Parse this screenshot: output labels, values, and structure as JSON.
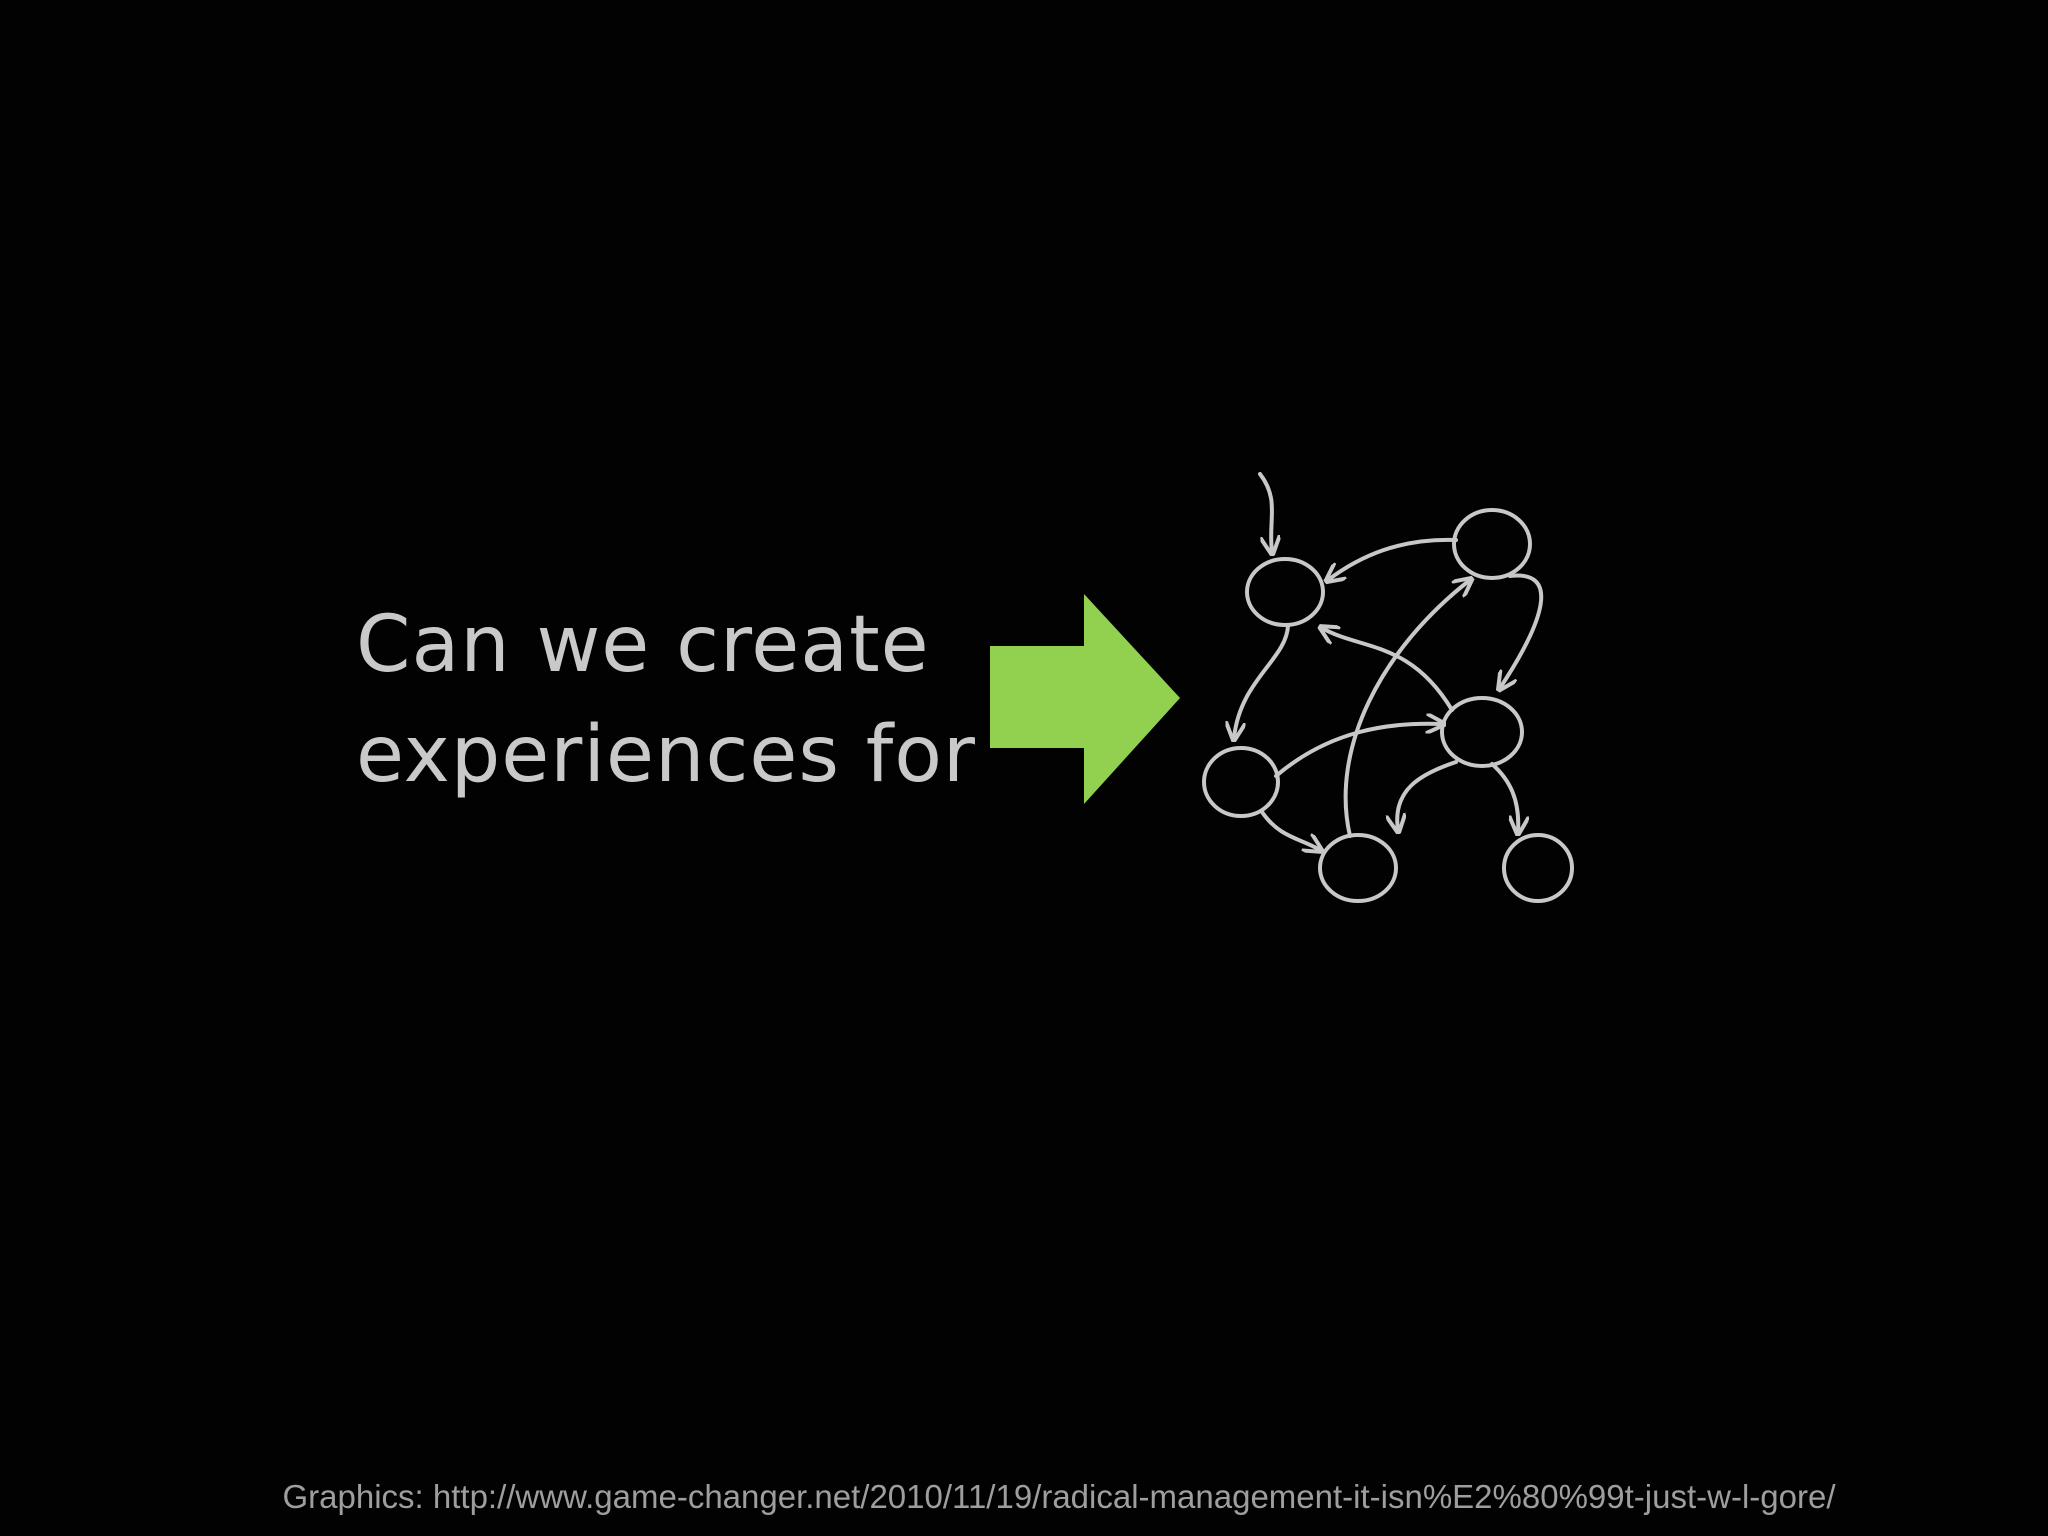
{
  "headline": {
    "line1": "Can we create",
    "line2": "experiences for"
  },
  "arrow": {
    "icon": "right-arrow-icon",
    "color": "#92d050"
  },
  "diagram": {
    "icon": "node-network-sketch",
    "stroke_color": "#c8c8c8"
  },
  "credit": {
    "label": "Graphics: http://www.game-changer.net/2010/11/19/radical-management-it-isn%E2%80%99t-just-w-l-gore/"
  },
  "background_color": "#020202"
}
